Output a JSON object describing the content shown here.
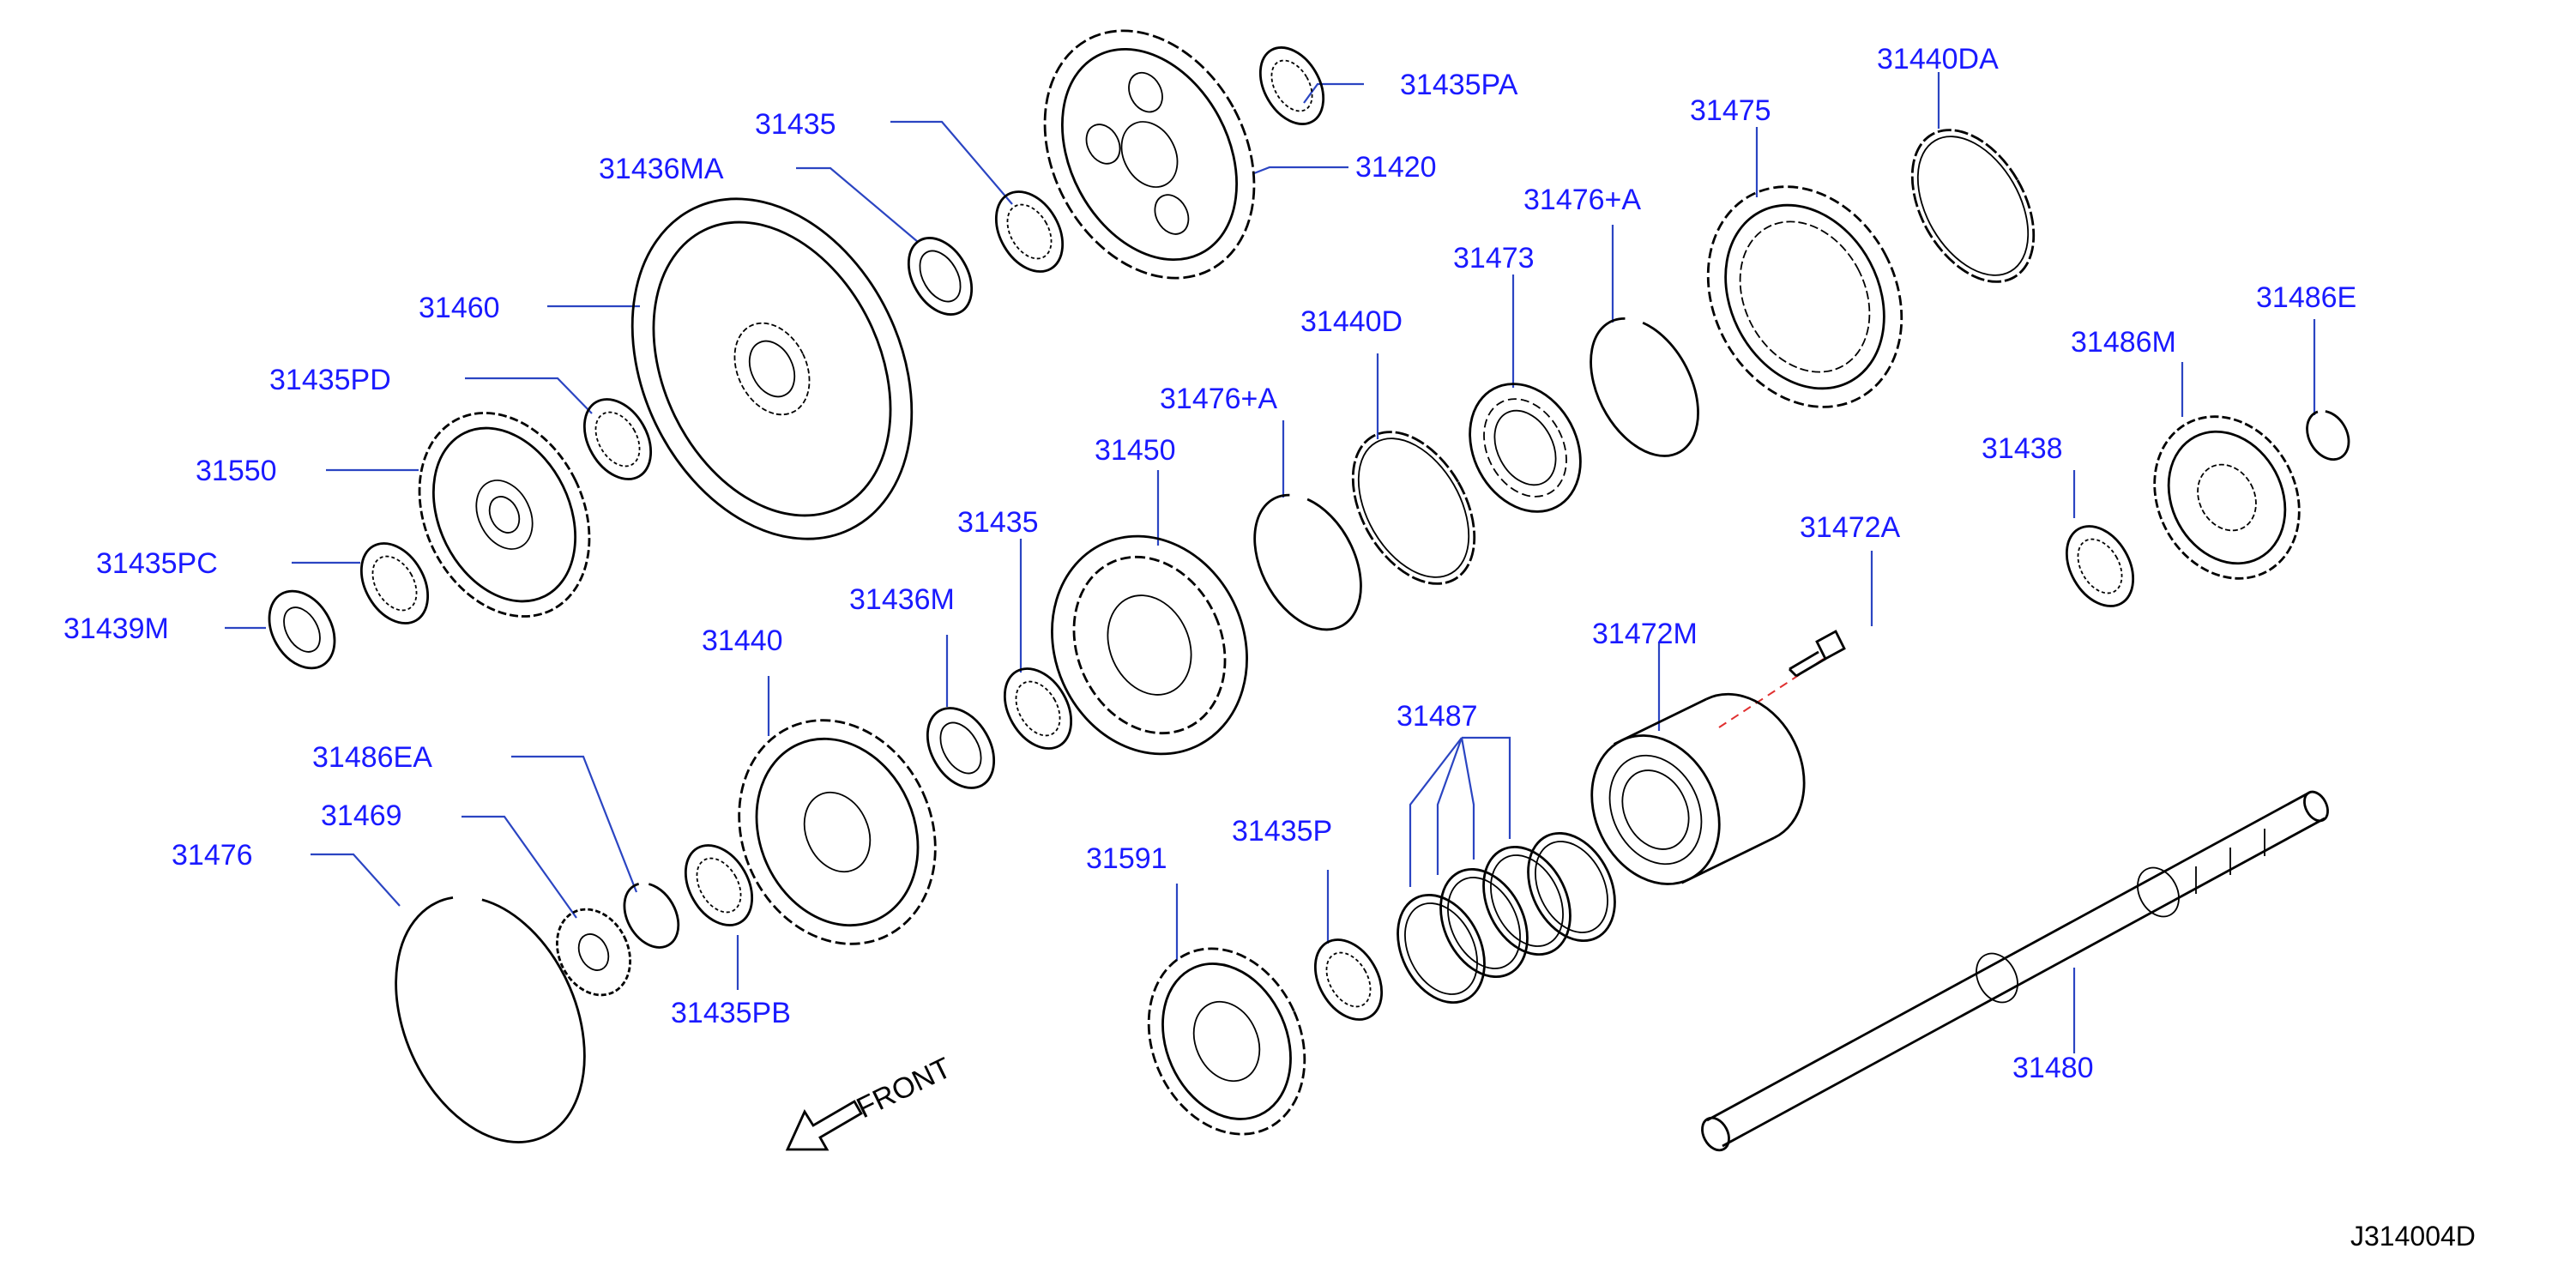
{
  "labels": {
    "p31435PA": "31435PA",
    "p31420": "31420",
    "p31435_top": "31435",
    "p31436MA": "31436MA",
    "p31460": "31460",
    "p31435PD": "31435PD",
    "p31550": "31550",
    "p31435PC": "31435PC",
    "p31439M": "31439M",
    "p31440DA": "31440DA",
    "p31475": "31475",
    "p31476A_top": "31476+A",
    "p31473": "31473",
    "p31440D": "31440D",
    "p31476A_mid": "31476+A",
    "p31450": "31450",
    "p31435_mid": "31435",
    "p31436M": "31436M",
    "p31440": "31440",
    "p31486EA": "31486EA",
    "p31469": "31469",
    "p31476": "31476",
    "p31435PB": "31435PB",
    "p31486E": "31486E",
    "p31486M": "31486M",
    "p31438": "31438",
    "p31472A": "31472A",
    "p31472M": "31472M",
    "p31487": "31487",
    "p31435P": "31435P",
    "p31591": "31591",
    "p31480": "31480"
  },
  "front_label": "FRONT",
  "diagram_code": "J314004D",
  "colors": {
    "label": "#1a1aff",
    "leader": "#2b45c2",
    "line_art": "#000000",
    "dashed_leader": "#e03030"
  }
}
